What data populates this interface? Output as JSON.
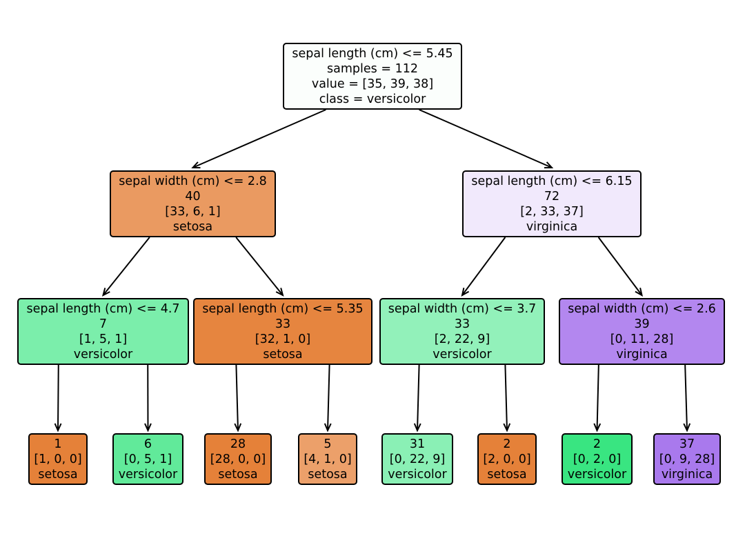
{
  "tree": {
    "class_colors": {
      "setosa": "#e58139",
      "versicolor": "#39e581",
      "virginica": "#8139e5"
    },
    "nodes": [
      {
        "id": "n0",
        "lines": [
          "sepal length (cm) <= 5.45",
          "samples = 112",
          "value = [35, 39, 38]",
          "class = versicolor"
        ],
        "fill": "#fbfefc"
      },
      {
        "id": "n1",
        "lines": [
          "sepal width (cm) <= 2.8",
          "40",
          "[33, 6, 1]",
          "setosa"
        ],
        "fill": "#ea9a61"
      },
      {
        "id": "n2",
        "lines": [
          "sepal length (cm) <= 6.15",
          "72",
          "[2, 33, 37]",
          "virginica"
        ],
        "fill": "#f1e9fc"
      },
      {
        "id": "n3",
        "lines": [
          "sepal length (cm) <= 4.7",
          "7",
          "[1, 5, 1]",
          "versicolor"
        ],
        "fill": "#7beeab"
      },
      {
        "id": "n4",
        "lines": [
          "sepal length (cm) <= 5.35",
          "33",
          "[32, 1, 0]",
          "setosa"
        ],
        "fill": "#e6853f"
      },
      {
        "id": "n5",
        "lines": [
          "sepal width (cm) <= 3.7",
          "33",
          "[2, 22, 9]",
          "versicolor"
        ],
        "fill": "#92f1ba"
      },
      {
        "id": "n6",
        "lines": [
          "sepal width (cm) <= 2.6",
          "39",
          "[0, 11, 28]",
          "virginica"
        ],
        "fill": "#b387ef"
      },
      {
        "id": "n7",
        "lines": [
          "1",
          "[1, 0, 0]",
          "setosa"
        ],
        "fill": "#e58139"
      },
      {
        "id": "n8",
        "lines": [
          "6",
          "[0, 5, 1]",
          "versicolor"
        ],
        "fill": "#61ea9a"
      },
      {
        "id": "n9",
        "lines": [
          "28",
          "[28, 0, 0]",
          "setosa"
        ],
        "fill": "#e58139"
      },
      {
        "id": "n10",
        "lines": [
          "5",
          "[4, 1, 0]",
          "setosa"
        ],
        "fill": "#eca06a"
      },
      {
        "id": "n11",
        "lines": [
          "31",
          "[0, 22, 9]",
          "versicolor"
        ],
        "fill": "#8af0b5"
      },
      {
        "id": "n12",
        "lines": [
          "2",
          "[2, 0, 0]",
          "setosa"
        ],
        "fill": "#e58139"
      },
      {
        "id": "n13",
        "lines": [
          "2",
          "[0, 2, 0]",
          "versicolor"
        ],
        "fill": "#39e581"
      },
      {
        "id": "n14",
        "lines": [
          "37",
          "[0, 9, 28]",
          "virginica"
        ],
        "fill": "#a979ed"
      }
    ],
    "edges": [
      [
        "n0",
        "n1"
      ],
      [
        "n0",
        "n2"
      ],
      [
        "n1",
        "n3"
      ],
      [
        "n1",
        "n4"
      ],
      [
        "n2",
        "n5"
      ],
      [
        "n2",
        "n6"
      ],
      [
        "n3",
        "n7"
      ],
      [
        "n3",
        "n8"
      ],
      [
        "n4",
        "n9"
      ],
      [
        "n4",
        "n10"
      ],
      [
        "n5",
        "n11"
      ],
      [
        "n5",
        "n12"
      ],
      [
        "n6",
        "n13"
      ],
      [
        "n6",
        "n14"
      ]
    ]
  }
}
